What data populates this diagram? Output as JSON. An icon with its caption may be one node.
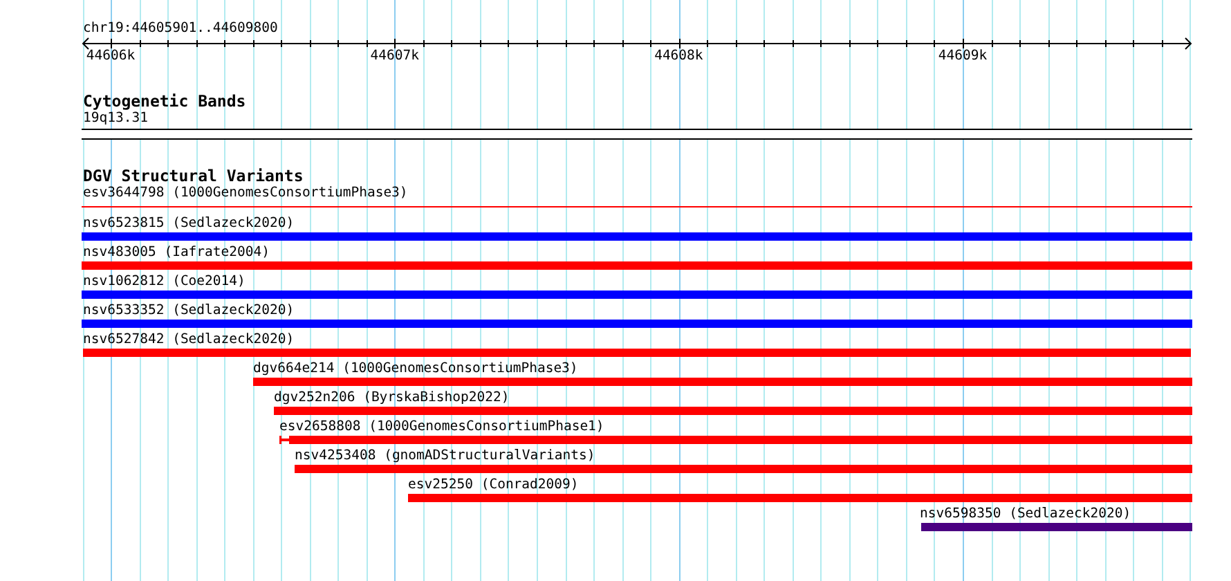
{
  "diagram": {
    "nodes": [
      {
        "text": [
          "19q13.31"
        ]
      },
      {
        "text": [
          "esv3644798 (1000GenomesConsortiumPhase3)"
        ]
      },
      {
        "text": [
          "nsv6523815 (Sedlazeck2020)"
        ]
      },
      {
        "text": [
          "nsv483005 (Iafrate2004)"
        ]
      },
      {
        "text": [
          "nsv1062812 (Coe2014)"
        ]
      },
      {
        "text": [
          "nsv6533352 (Sedlazeck2020)"
        ]
      },
      {
        "text": [
          "nsv6527842 (Sedlazeck2020)"
        ]
      },
      {
        "text": [
          "dgv664e214 (1000GenomesConsortiumPhase3)"
        ]
      },
      {
        "text": [
          "dgv252n206 (ByrskaBishop2022)"
        ]
      },
      {
        "text": [
          "esv2658808 (1000GenomesConsortiumPhase1)"
        ]
      },
      {
        "text": [
          "nsv4253408 (gnomADStructuralVariants)"
        ]
      },
      {
        "text": [
          "esv25250 (Conrad2009)"
        ]
      },
      {
        "text": [
          "nsv6598350 (Sedlazeck2020)"
        ]
      }
    ],
    "labels": [
      "chr19:44605901..44609800",
      "44606k",
      "44607k",
      "44608k",
      "44609k",
      "Cytogenetic Bands",
      "DGV Structural Variants"
    ]
  }
}
